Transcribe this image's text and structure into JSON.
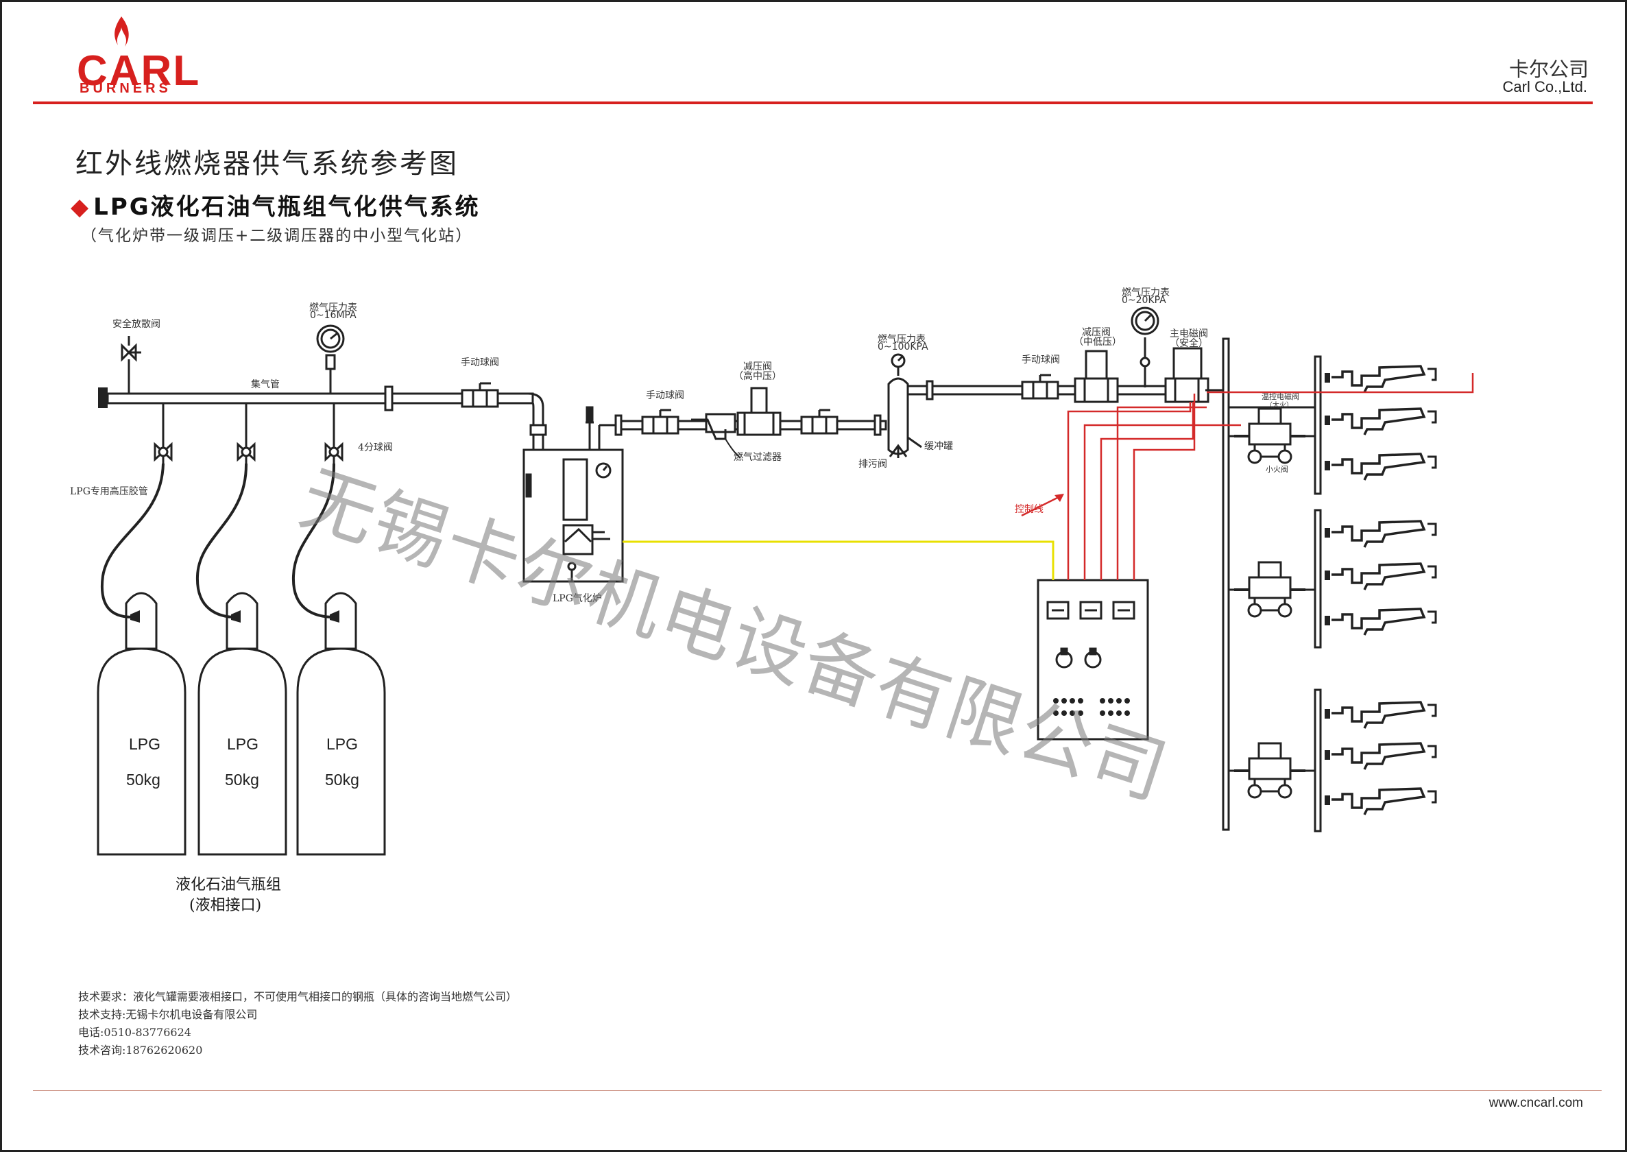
{
  "header": {
    "logo_word": "CARL",
    "logo_sub": "BURNERS",
    "company_cn": "卡尔公司",
    "company_en": "Carl Co.,Ltd."
  },
  "titles": {
    "main": "红外线燃烧器供气系统参考图",
    "sub": "LPG液化石油气瓶组气化供气系统",
    "sub_marker": "◆",
    "note": "（气化炉带一级调压+二级调压器的中小型气化站）"
  },
  "labels": {
    "safety_vent_valve": "安全放散阀",
    "gauge1_title": "燃气压力表",
    "gauge1_range": "0~16MPA",
    "collector_pipe": "集气管",
    "ball_valve_1": "手动球阀",
    "ball_valve_2": "手动球阀",
    "ball_valve_3": "手动球阀",
    "quarter_valve": "4分球阀",
    "hose": "LPG专用高压胶管",
    "vaporizer": "LPG气化炉",
    "reducer1_title": "减压阀",
    "reducer1_sub": "（高中压）",
    "gas_filter": "燃气过滤器",
    "gauge2_title": "燃气压力表",
    "gauge2_range": "0~100KPA",
    "drain_valve": "排污阀",
    "buffer_tank": "缓冲罐",
    "gauge3_title": "燃气压力表",
    "gauge3_range": "0~20KPA",
    "reducer2_title": "减压阀",
    "reducer2_sub": "（中低压）",
    "main_solenoid_title": "主电磁阀",
    "main_solenoid_sub": "（安全）",
    "temp_solenoid_title": "温控电磁阀",
    "temp_solenoid_sub": "（大火）",
    "small_fire_valve": "小火阀",
    "control_line": "控制线",
    "cylinder_group": "液化石油气瓶组",
    "cylinder_group_sub": "(液相接口)"
  },
  "cylinders": [
    {
      "name": "LPG",
      "weight": "50kg"
    },
    {
      "name": "LPG",
      "weight": "50kg"
    },
    {
      "name": "LPG",
      "weight": "50kg"
    }
  ],
  "watermark": "无锡卡尔机电设备有限公司",
  "footer_notes": [
    "技术要求：液化气罐需要液相接口，不可使用气相接口的钢瓶（具体的咨询当地燃气公司）",
    "技术支持:无锡卡尔机电设备有限公司",
    "电话:0510-83776624",
    "技术咨询:18762620620"
  ],
  "footer_url": "www.cncarl.com",
  "colors": {
    "brand_red": "#d7201e",
    "control_line": "#d42a2a",
    "signal_yellow": "#e8e000",
    "pipe": "#222222"
  }
}
